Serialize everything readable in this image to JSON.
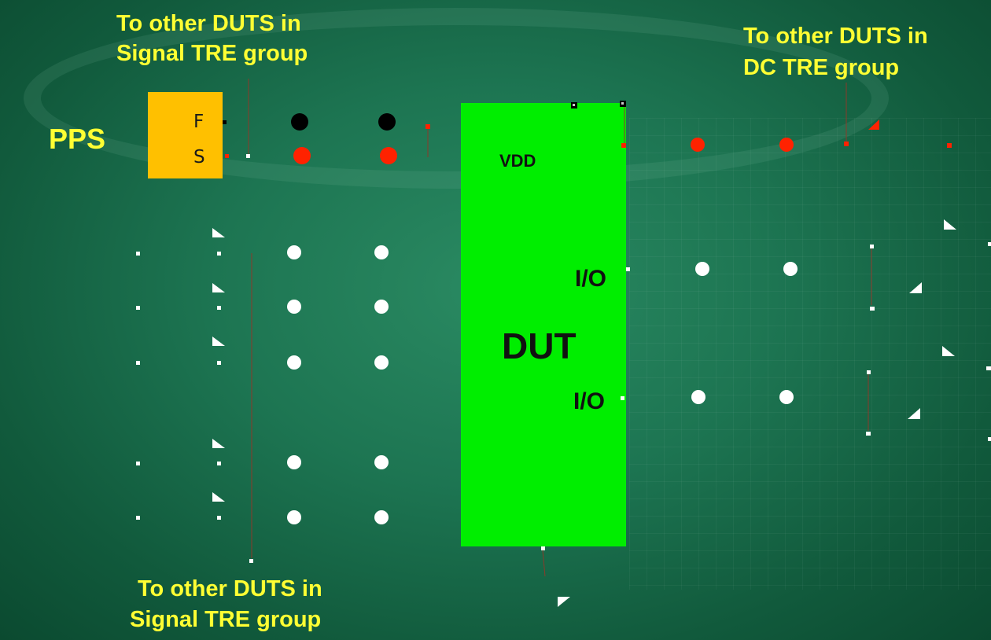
{
  "labels": {
    "top_left_line1": "To other DUTS in",
    "top_left_line2": "Signal TRE group",
    "top_right_line1": "To other DUTS in",
    "top_right_line2": "DC TRE group",
    "bottom_line1": "To other DUTS in",
    "bottom_line2": "Signal TRE group",
    "pps": "PPS",
    "pps_force": "F",
    "pps_sense": "S",
    "vdd": "VDD",
    "dut": "DUT",
    "io_upper": "I/O",
    "io_lower": "I/O"
  },
  "colors": {
    "yellow_text": "#ffff33",
    "pps_box": "#ffc000",
    "dut_box": "#00ee00",
    "force_dot": "#000000",
    "sense_dot": "#ff2200",
    "io_dot": "#ffffff"
  }
}
